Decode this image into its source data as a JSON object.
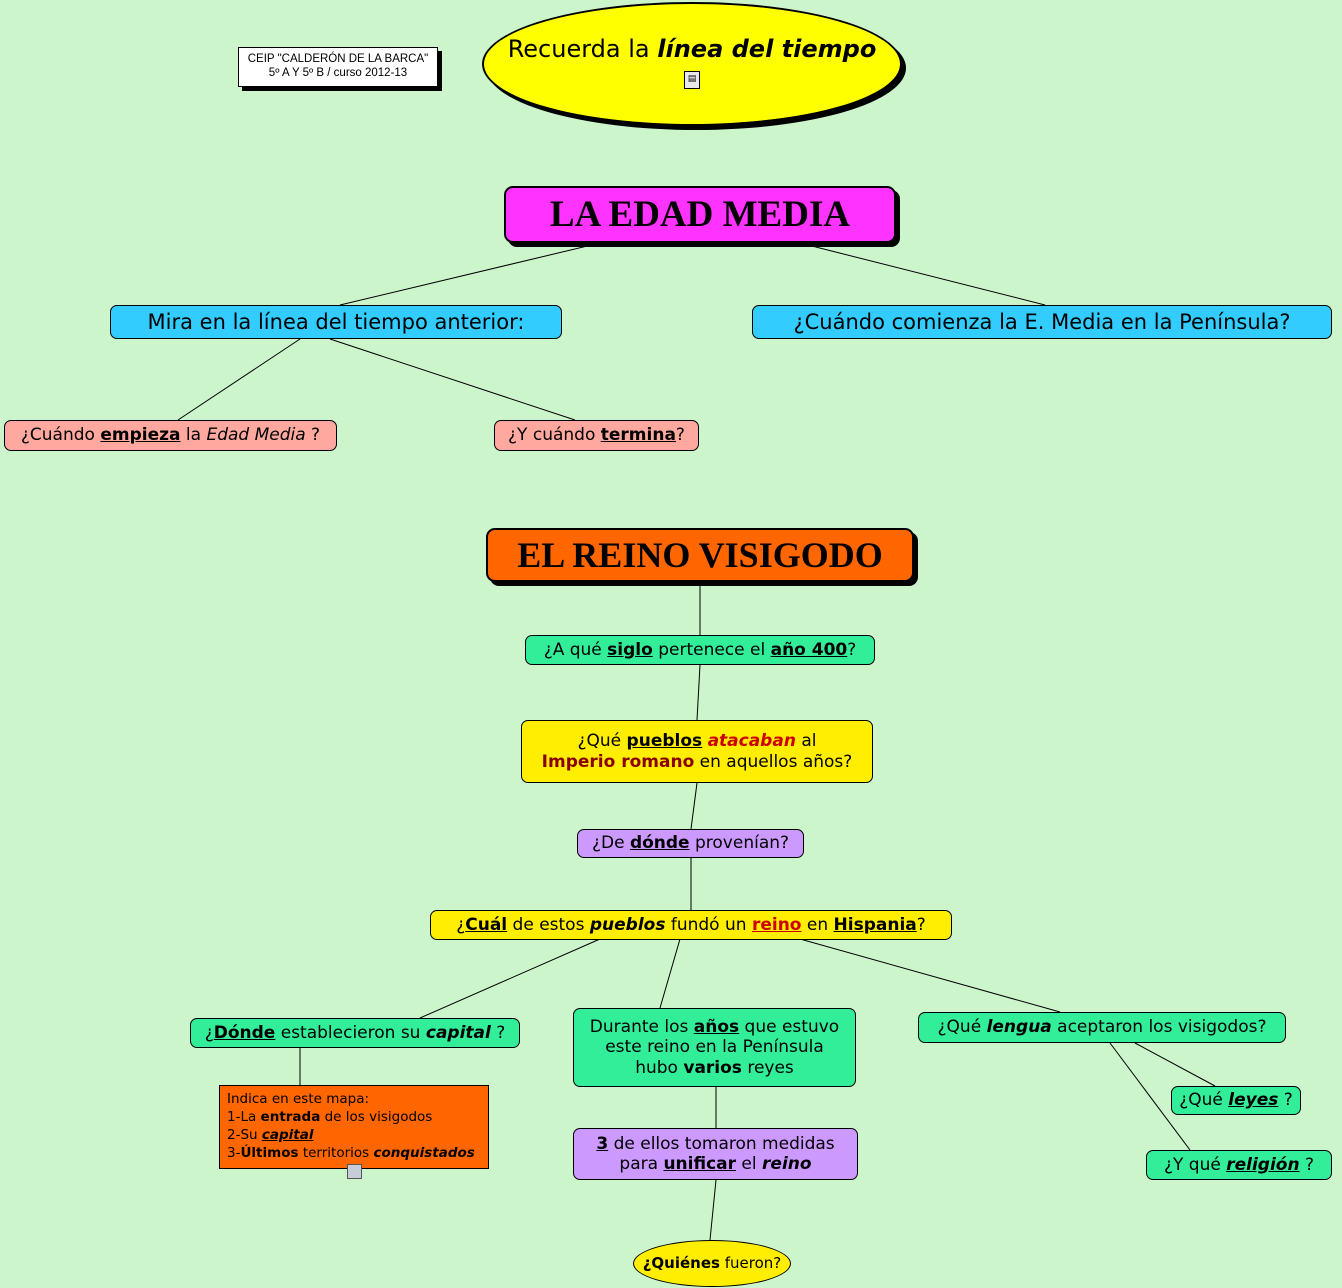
{
  "page": {
    "background_color": "#ccf5cc",
    "title": "Mapa conceptual - La Edad Media / El Reino Visigodo"
  },
  "credit": {
    "line1": "CEIP \"CALDERÓN DE LA BARCA\"",
    "line2": "5º A Y 5º B / curso 2012-13"
  },
  "nodes": {
    "recuerda": {
      "text_plain": "Recuerda la línea  del  tiempo",
      "prefix": "Recuerda la ",
      "emphasis": "línea  del  tiempo",
      "icon": "document-icon",
      "color": "#ffff00"
    },
    "edad_media": {
      "label": "LA EDAD MEDIA",
      "color": "#ff33ff"
    },
    "mira_linea": {
      "label": "Mira en la línea del tiempo anterior:",
      "color": "#33ccff"
    },
    "cuando_comienza": {
      "label": "¿Cuándo comienza la E. Media en la Península?",
      "color": "#33ccff"
    },
    "cuando_empieza": {
      "p1": "¿Cuándo ",
      "p2": "empieza",
      "p3": " la ",
      "p4": "Edad  Media",
      "p5": " ?",
      "color": "#ffa8a0"
    },
    "y_cuando_termina": {
      "p1": "¿Y cuándo ",
      "p2": "termina",
      "p3": "?",
      "color": "#ffa8a0"
    },
    "reino_visigodo": {
      "label": "EL REINO VISIGODO",
      "color": "#ff6600"
    },
    "siglo_400": {
      "p1": "¿A qué ",
      "p2": "siglo",
      "p3": " pertenece el ",
      "p4": "año 400",
      "p5": "?",
      "color": "#33ee99"
    },
    "pueblos_atacaban": {
      "l1_p1": "¿Qué ",
      "l1_p2": "pueblos",
      "l1_p3": "atacaban",
      "l1_p4": "  al",
      "l2_p1": "Imperio romano",
      "l2_p2": " en aquellos años?",
      "color": "#ffee00"
    },
    "de_donde": {
      "p1": "¿De ",
      "p2": "dónde",
      "p3": " provenían?",
      "color": "#cc99ff"
    },
    "cual_pueblos": {
      "p1": "¿",
      "p2": "Cuál",
      "p3": " de estos ",
      "p4": "pueblos",
      "p5": "  fundó un ",
      "p6": "reino",
      "p7": " en ",
      "p8": "Hispania",
      "p9": "?",
      "color": "#ffee00"
    },
    "donde_capital": {
      "p1": "¿",
      "p2": "Dónde",
      "p3": " establecieron su ",
      "p4": "capital",
      "p5": " ?",
      "color": "#33ee99"
    },
    "durante_anos": {
      "l1_p1": "Durante los ",
      "l1_p2": "años",
      "l1_p3": " que estuvo",
      "l2": "este reino en la Península",
      "l3_p1": "hubo ",
      "l3_p2": "varios",
      "l3_p3": " reyes",
      "color": "#33ee99"
    },
    "que_lengua": {
      "p1": "¿Qué ",
      "p2": "lengua",
      "p3": "  aceptaron los visigodos?",
      "color": "#33ee99"
    },
    "indica_mapa": {
      "l1": "Indica en este mapa:",
      "l2_p1": "1-La ",
      "l2_p2": "entrada",
      "l2_p3": " de los visigodos",
      "l3_p1": "2-Su ",
      "l3_p2": "capital",
      "l4_p1": "3-",
      "l4_p2": "Últimos",
      "l4_p3": " territorios ",
      "l4_p4": "conquistados",
      "icon": "image-icon",
      "color": "#ff6600"
    },
    "tres_reyes": {
      "l1_p1": "3",
      "l1_p2": " de ellos tomaron medidas",
      "l2_p1": "para ",
      "l2_p2": "unificar",
      "l2_p3": " el ",
      "l2_p4": "reino",
      "color": "#cc99ff"
    },
    "que_leyes": {
      "p1": "¿Qué ",
      "p2": "leyes",
      "p3": " ?",
      "color": "#33ee99"
    },
    "que_religion": {
      "p1": "¿Y qué ",
      "p2": "religión",
      "p3": " ?",
      "color": "#33ee99"
    },
    "quienes_fueron": {
      "p1": "¿Quiénes",
      "p2": " fueron?",
      "color": "#ffee00"
    }
  }
}
